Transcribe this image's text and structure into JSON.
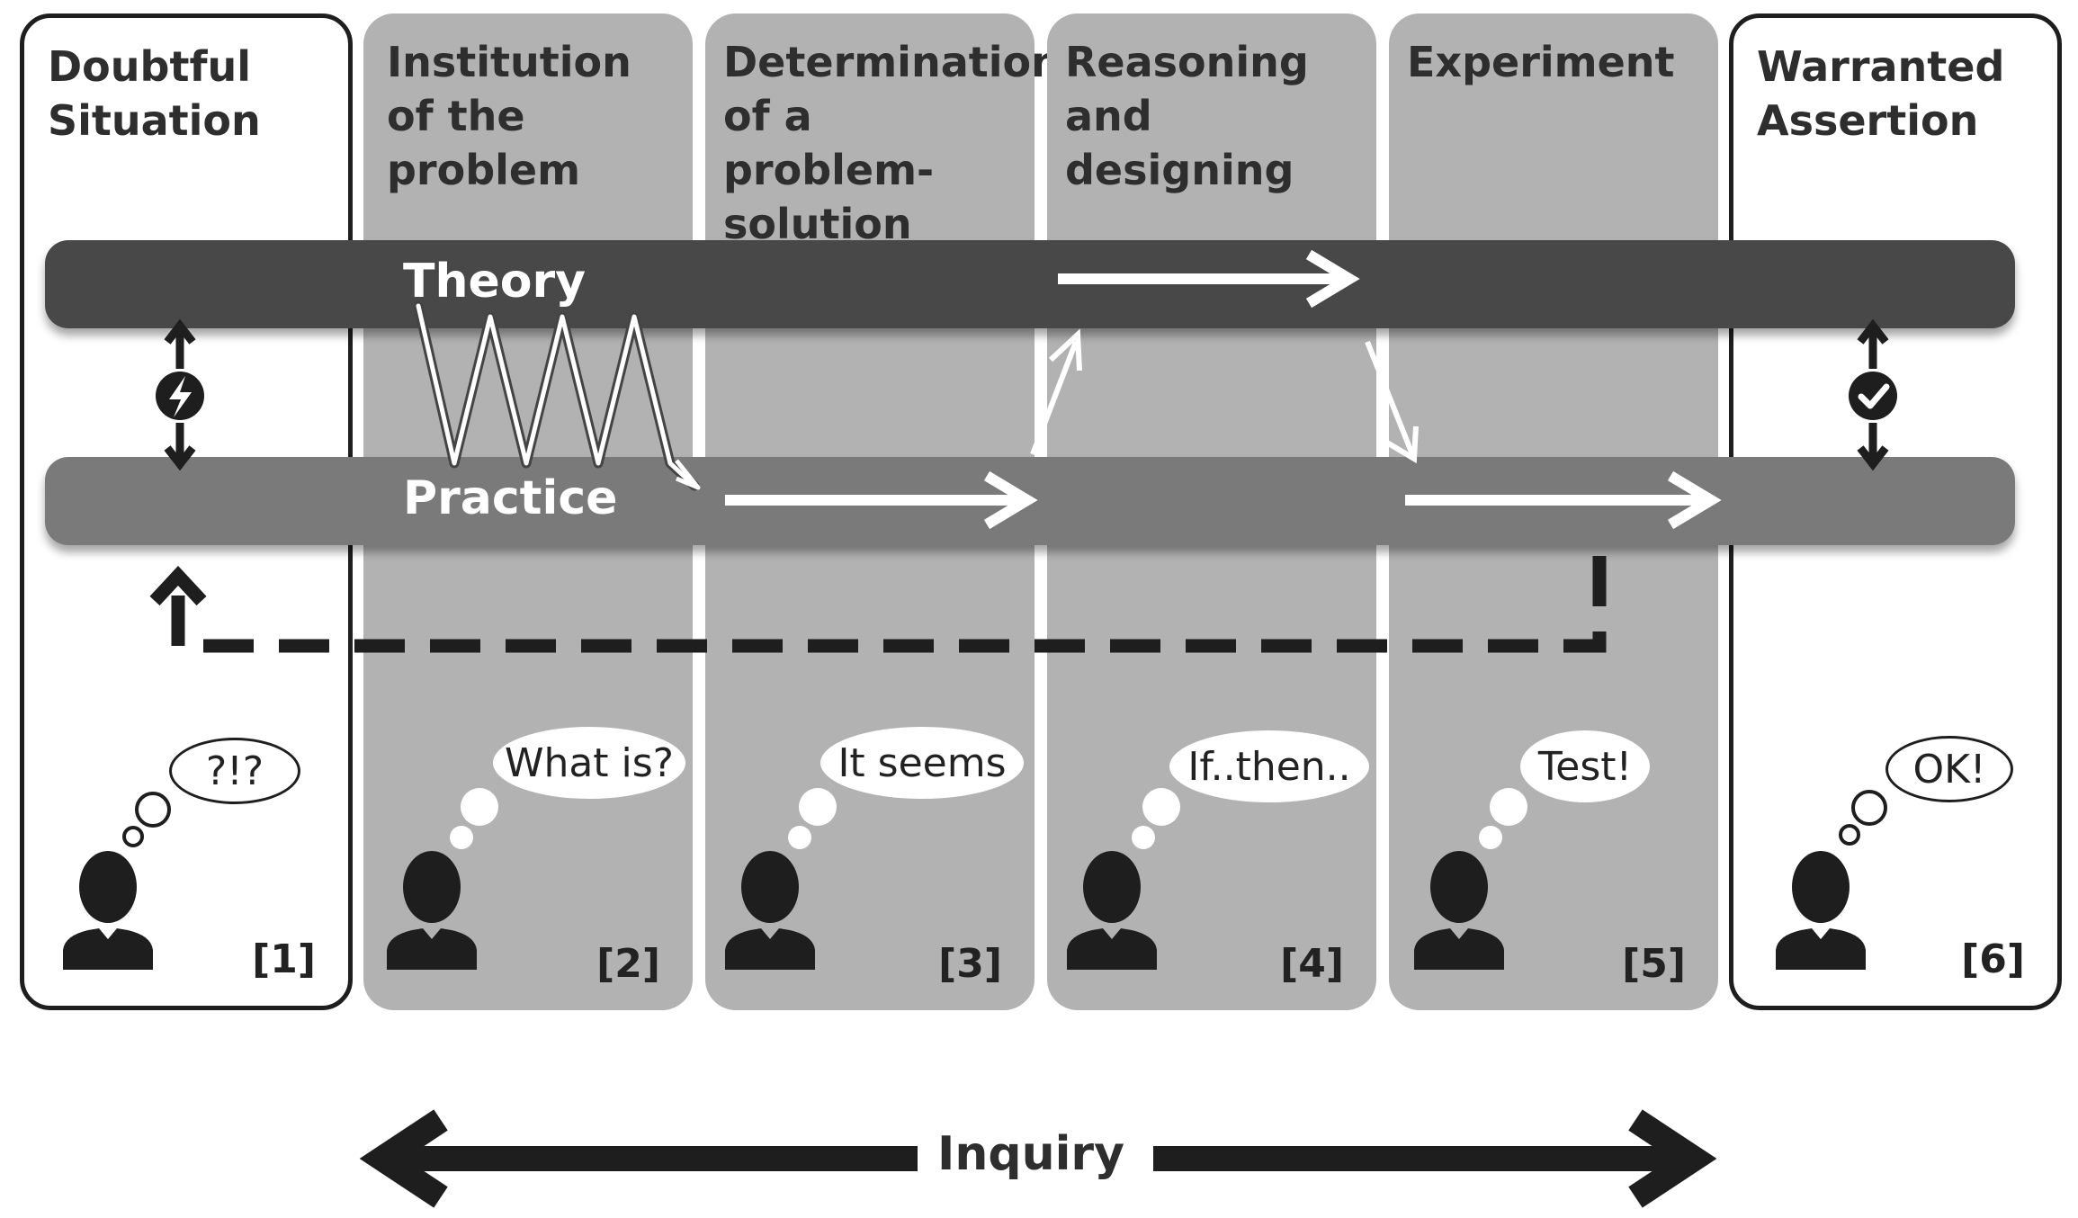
{
  "phases": [
    {
      "title": "Doubtful\nSituation",
      "number": "[1]",
      "thought": "?!?"
    },
    {
      "title": "Institution\nof the\nproblem",
      "number": "[2]",
      "thought": "What is?"
    },
    {
      "title": "Determination\nof a problem-\nsolution",
      "number": "[3]",
      "thought": "It seems"
    },
    {
      "title": "Reasoning\nand designing",
      "number": "[4]",
      "thought": "If..then.."
    },
    {
      "title": "Experiment",
      "number": "[5]",
      "thought": "Test!"
    },
    {
      "title": "Warranted\nAssertion",
      "number": "[6]",
      "thought": "OK!"
    }
  ],
  "bands": {
    "theory": "Theory",
    "practice": "Practice"
  },
  "bottom": {
    "label": "Inquiry"
  },
  "colors": {
    "phase_gray": "#b2b2b2",
    "theory_band": "#484848",
    "practice_band": "#7a7a7a",
    "outline": "#1e1e1e",
    "arrow_white": "#ffffff"
  },
  "icons": [
    "lightning-icon",
    "checkmark-icon",
    "person-icon",
    "double-arrow-icon"
  ]
}
